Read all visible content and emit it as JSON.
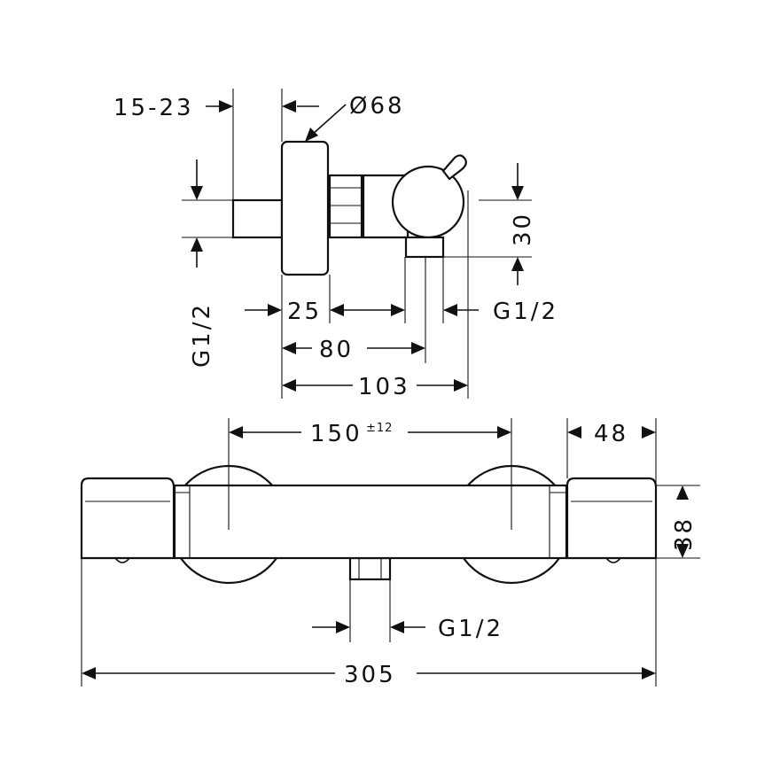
{
  "dimensions": {
    "inlet_offset": "15-23",
    "rosette_diameter": "Ø68",
    "side_thread": "G1/2",
    "outlet_height": "30",
    "outlet_thread_side": "G1/2",
    "depth_a": "25",
    "depth_b": "80",
    "depth_c": "103",
    "centre_distance": "150",
    "centre_tolerance": "±12",
    "handle_width": "48",
    "body_height": "38",
    "outlet_thread_front": "G1/2",
    "overall_length": "305"
  }
}
